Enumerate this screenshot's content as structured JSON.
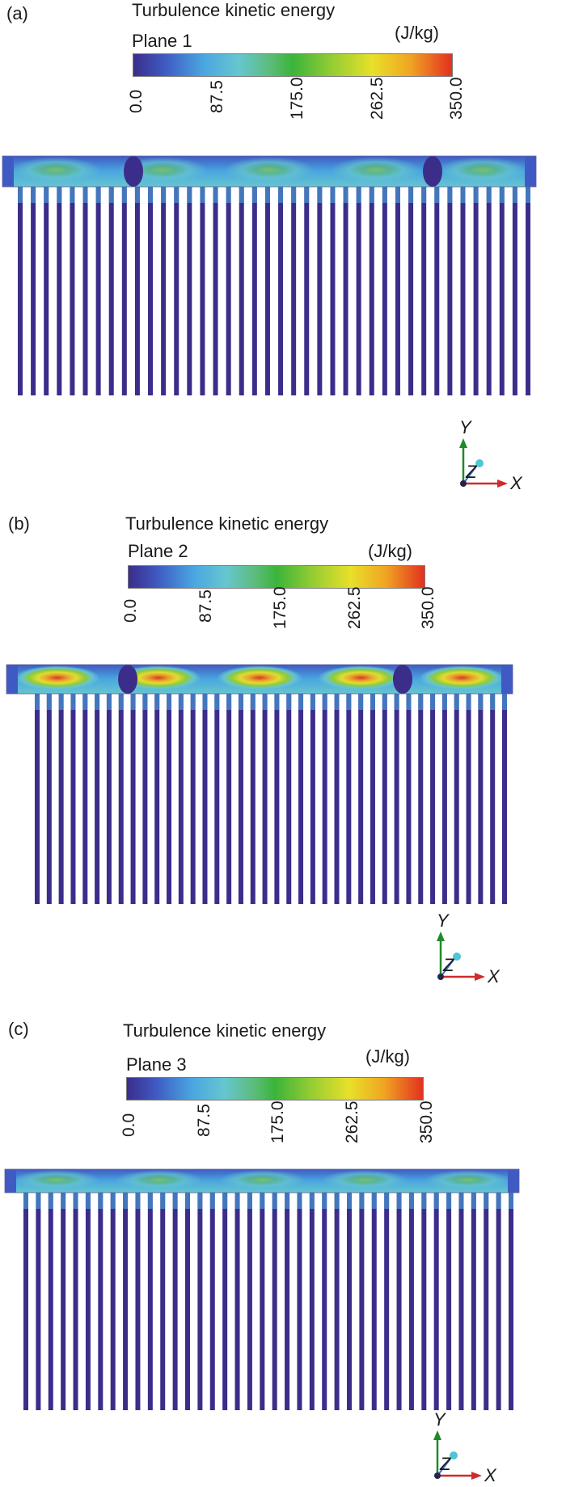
{
  "colormap_colors": [
    "#3b2d8a",
    "#3f5bc3",
    "#4aa6e0",
    "#66c6cf",
    "#3bb43a",
    "#e8e02a",
    "#e23020"
  ],
  "panels": [
    {
      "label": "(a)",
      "title": "Turbulence kinetic energy",
      "plane": "Plane 1",
      "unit": "(J/kg)",
      "ticks": [
        "0.0",
        "87.5",
        "175.0",
        "262.5",
        "350.0"
      ]
    },
    {
      "label": "(b)",
      "title": "Turbulence kinetic energy",
      "plane": "Plane 2",
      "unit": "(J/kg)",
      "ticks": [
        "0.0",
        "87.5",
        "175.0",
        "262.5",
        "350.0"
      ]
    },
    {
      "label": "(c)",
      "title": "Turbulence kinetic energy",
      "plane": "Plane 3",
      "unit": "(J/kg)",
      "ticks": [
        "0.0",
        "87.5",
        "175.0",
        "262.5",
        "350.0"
      ]
    }
  ],
  "axes": {
    "y": "Y",
    "z": "Z",
    "x": "X"
  }
}
